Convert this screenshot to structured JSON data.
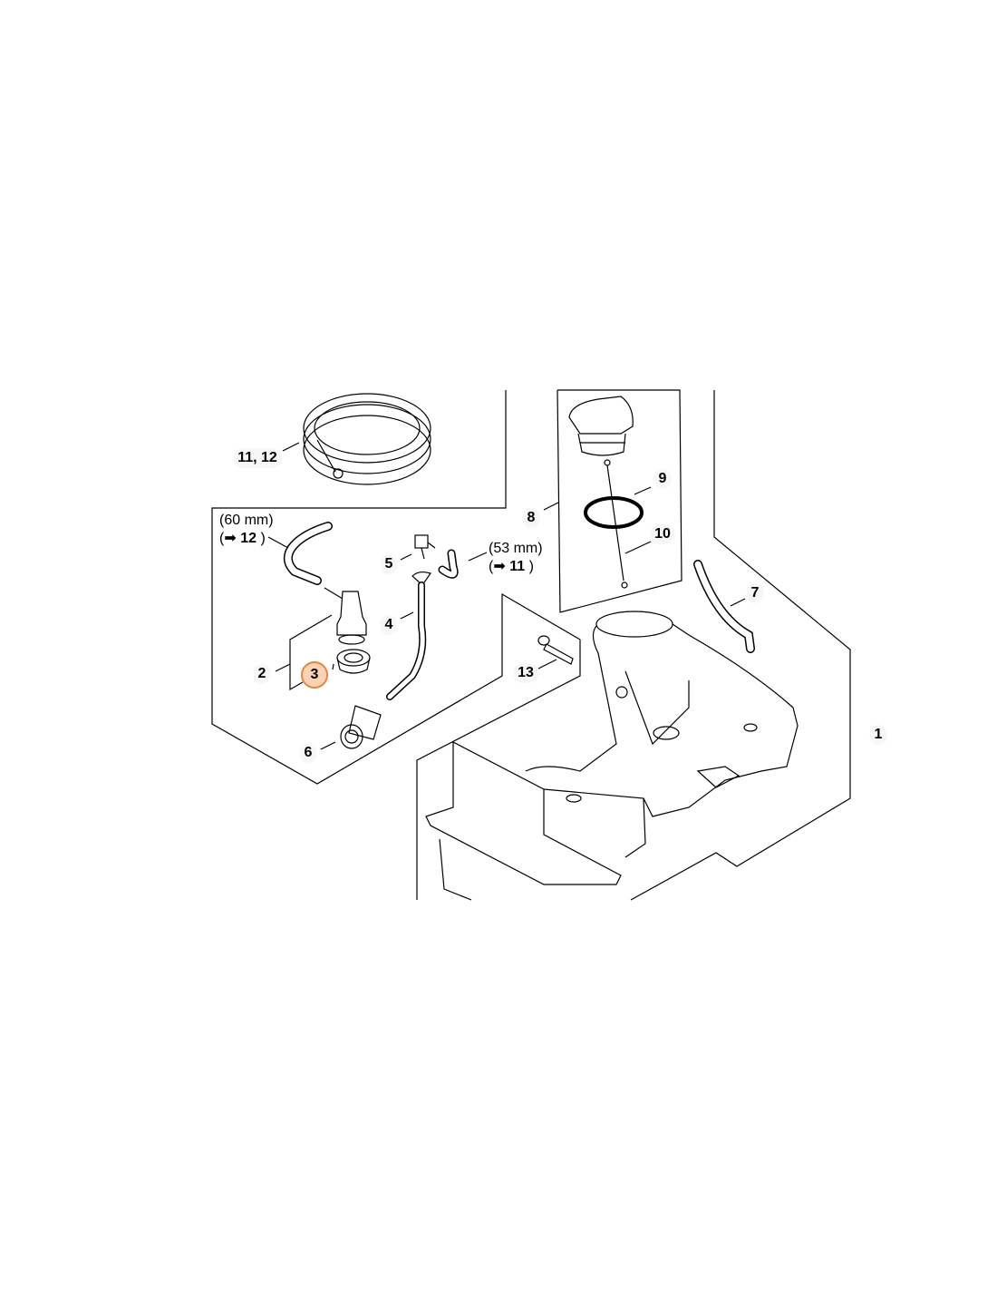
{
  "diagram": {
    "highlight_color": "#e8833a",
    "highlighted_part": "3",
    "labels": {
      "p11_12": "11, 12",
      "p1": "1",
      "p2": "2",
      "p3": "3",
      "p4": "4",
      "p5": "5",
      "p6": "6",
      "p7": "7",
      "p8": "8",
      "p9": "9",
      "p10": "10",
      "p13": "13"
    },
    "notes": {
      "hose_a_length": "(60 mm)",
      "hose_a_ref_open": "(",
      "hose_a_ref": "12",
      "hose_a_ref_close": ")",
      "hose_b_length": "(53 mm)",
      "hose_b_ref_open": "(",
      "hose_b_ref": "11",
      "hose_b_ref_close": ")",
      "arrow": "➡"
    }
  }
}
